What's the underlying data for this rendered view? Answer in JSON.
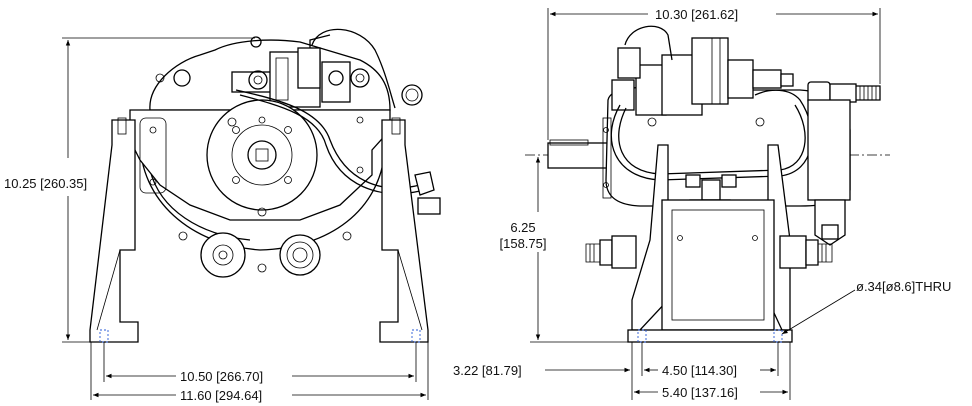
{
  "dimensions": {
    "front_height": "10.25 [260.35]",
    "front_inner_width": "10.50 [266.70]",
    "front_outer_width": "11.60 [294.64]",
    "side_overall_width": "10.30 [261.62]",
    "side_shaft_height_line1": "6.25",
    "side_shaft_height_line2": "[158.75]",
    "side_offset": "3.22 [81.79]",
    "side_inner_width": "4.50 [114.30]",
    "side_outer_width": "5.40 [137.16]",
    "hole_callout": "ø.34[ø8.6]THRU"
  },
  "colors": {
    "line": "#000000",
    "hidden_line": "#2a5bd7",
    "background": "#ffffff"
  }
}
